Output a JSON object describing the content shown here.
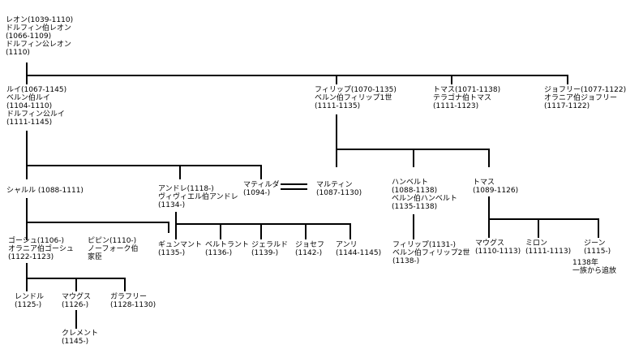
{
  "nodes": {
    "leon": [
      "レオン(1039-1110)",
      "ドルフィン伯レオン",
      "(1066-1109)",
      "ドルフィン公レオン",
      "(1110)"
    ],
    "louis": [
      "ルイ(1067-1145)",
      "ベルン伯ルイ",
      "(1104-1110)",
      "ドルフィン公ルイ",
      "(1111-1145)"
    ],
    "philippe": [
      "フィリップ(1070-1135)",
      "ベルン伯フィリップ1世",
      "(1111-1135)"
    ],
    "thomas_a": [
      "トマス(1071-1138)",
      "テラゴナ伯トマス",
      "(1111-1123)"
    ],
    "geoffrey": [
      "ジョフリー(1077-1122)",
      "オラニア伯ジョフリー",
      "(1117-1122)"
    ],
    "charles": [
      "シャルル (1088-1111)"
    ],
    "andre": [
      "アンドレ(1118-)",
      "ヴィヴィエル伯アンドレ",
      "(1134-)"
    ],
    "matilda": [
      "マティルダ",
      "(1094-)"
    ],
    "martin": [
      "マルティン",
      "(1087-1130)"
    ],
    "humbert": [
      "ハンベルト",
      "(1088-1138)",
      "ベルン伯ハンベルト",
      "(1135-1138)"
    ],
    "thomas_b": [
      "トマス",
      "(1089-1126)"
    ],
    "gaucher": [
      "ゴーシュ(1106-)",
      "オラニア伯ゴーシュ",
      "(1122-1123)"
    ],
    "pepin": [
      "ピピン(1110-)",
      "ノーフォーク伯",
      "家臣"
    ],
    "guillaume": [
      "ギュンマント",
      "(1135-)"
    ],
    "bertrand": [
      "ベルトラント",
      "(1136-)"
    ],
    "gerald": [
      "ジェラルド",
      "(1139-)"
    ],
    "joseph": [
      "ジョセフ",
      "(1142-)"
    ],
    "henri": [
      "アンリ",
      "(1144-1145)"
    ],
    "philippe2": [
      "フィリップ(1131-)",
      "ベルン伯フィリップ2世",
      "(1138-)"
    ],
    "mauges_b": [
      "マウグス",
      "(1110-1113)"
    ],
    "milon": [
      "ミロン",
      "(1111-1113)"
    ],
    "jean": [
      "ジーン",
      "(1115-)",
      "1138年",
      "一族から追放"
    ],
    "raynald": [
      "レンドル",
      "(1125-)"
    ],
    "mauges_a": [
      "マウグス",
      "(1126-)"
    ],
    "galafre": [
      "ガラフリー",
      "(1128-1130)"
    ],
    "clement": [
      "クレメント",
      "(1145-)"
    ]
  }
}
